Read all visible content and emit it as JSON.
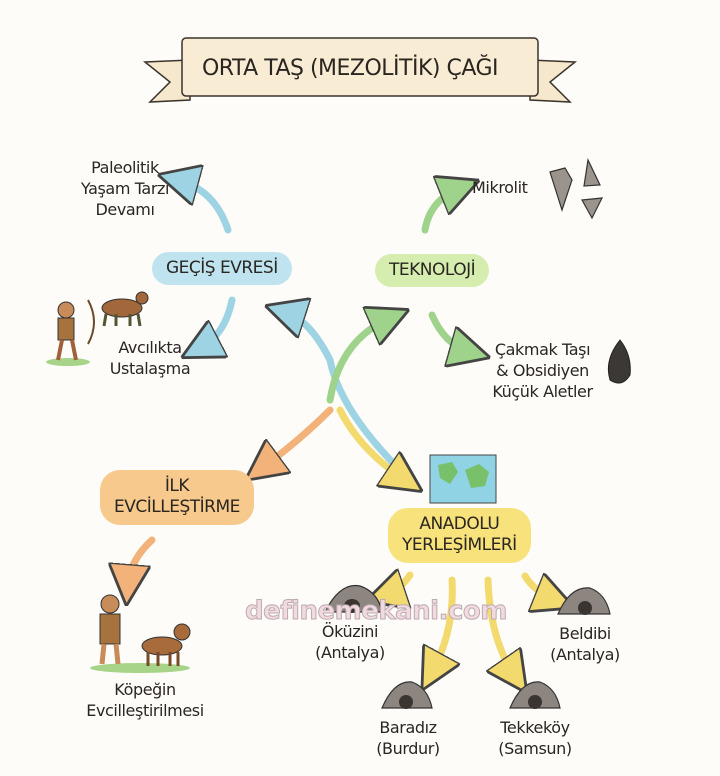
{
  "title": "ORTA TAŞ (MEZOLİTİK) ÇAĞI",
  "nodes": {
    "gecis": "GEÇİŞ EVRESİ",
    "teknoloji": "TEKNOLOJİ",
    "evcil": [
      "İLK",
      "EVCİLLEŞTİRME"
    ],
    "anadolu": [
      "ANADOLU",
      "YERLEŞİMLERİ"
    ]
  },
  "leaves": {
    "paleolitik": [
      "Paleolitik",
      "Yaşam Tarzı",
      "Devamı"
    ],
    "avcilik": [
      "Avcılıkta",
      "Ustalaşma"
    ],
    "mikrolit": "Mikrolit",
    "cakmak": [
      "Çakmak Taşı",
      "& Obsidiyen",
      "Küçük Aletler"
    ],
    "kopek": [
      "Köpeğin",
      "Evcilleştirilmesi"
    ],
    "okuzini": [
      "Öküzini",
      "(Antalya)"
    ],
    "beldibi": [
      "Beldibi",
      "(Antalya)"
    ],
    "baradiz": [
      "Baradız",
      "(Burdur)"
    ],
    "tekkekoy": [
      "Tekkeköy",
      "(Samsun)"
    ]
  },
  "watermark": "definemekani.com",
  "colors": {
    "blue": "#bfe4ef",
    "green": "#d6edb0",
    "orange": "#f7c98c",
    "yellow": "#f7e27c",
    "blue_arrow": "#9dd3e3",
    "green_arrow": "#9fd28a",
    "orange_arrow": "#f2b27a",
    "yellow_arrow": "#f2da6e"
  }
}
